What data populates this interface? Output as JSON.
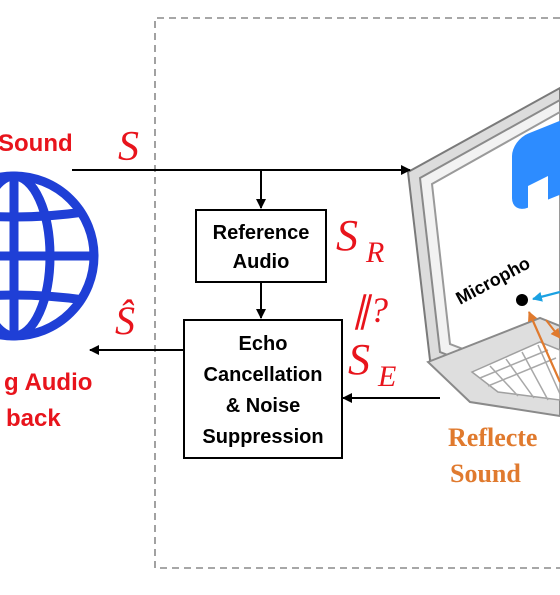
{
  "left_labels": {
    "sound_top": "Sound",
    "audio_line1": "g Audio",
    "audio_line2": "back"
  },
  "symbols": {
    "s": "S",
    "s_hat": "Ŝ",
    "s_r": "S",
    "s_r_sub": "R",
    "s_e": "S",
    "s_e_sub": "E",
    "compare": "∥?"
  },
  "boxes": {
    "reference_line1": "Reference",
    "reference_line2": "Audio",
    "echo_line1": "Echo",
    "echo_line2": "Cancellation",
    "echo_line3": "& Noise",
    "echo_line4": "Suppression"
  },
  "laptop": {
    "microphone_label": "Micropho"
  },
  "right_labels": {
    "reflected_line1": "Reflecte",
    "reflected_line2": "Sound"
  },
  "colors": {
    "globe": "#1f3fd6",
    "red_text": "#e8141c",
    "orange_text": "#e07a2e",
    "zoom_blue": "#2d8cff",
    "arrow_blue": "#1ba1e2",
    "arrow_orange": "#e07a2e"
  }
}
